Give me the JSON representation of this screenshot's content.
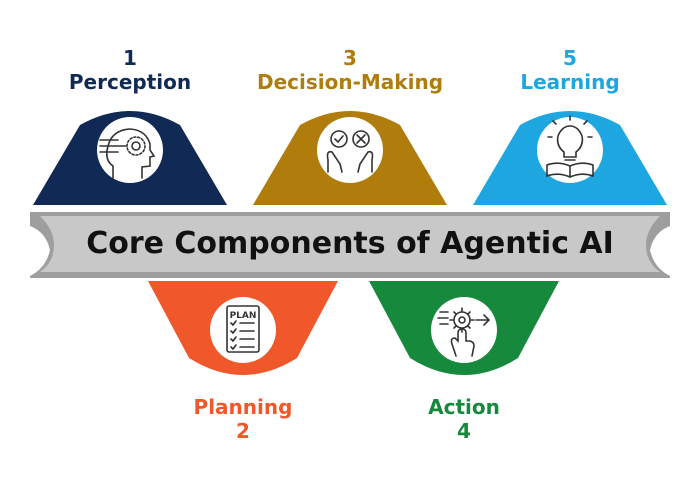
{
  "title": "Core Components of Agentic AI",
  "components": [
    {
      "number": "1",
      "name": "Perception",
      "color": "#102a55",
      "icon": "head-eye-icon",
      "position": "top"
    },
    {
      "number": "3",
      "name": "Decision-Making",
      "color": "#b07d0c",
      "icon": "check-cross-hands-icon",
      "position": "top"
    },
    {
      "number": "5",
      "name": "Learning",
      "color": "#1da6e0",
      "icon": "bulb-book-icon",
      "position": "top"
    },
    {
      "number": "2",
      "name": "Planning",
      "color": "#f0572a",
      "icon": "plan-checklist-icon",
      "position": "bottom"
    },
    {
      "number": "4",
      "name": "Action",
      "color": "#16893c",
      "icon": "gear-hand-icon",
      "position": "bottom"
    }
  ],
  "colors": {
    "band": "#c8c8c8",
    "band_shadow": "#9e9e9e",
    "icon_circle": "#ffffff",
    "icon_stroke": "#333333"
  }
}
